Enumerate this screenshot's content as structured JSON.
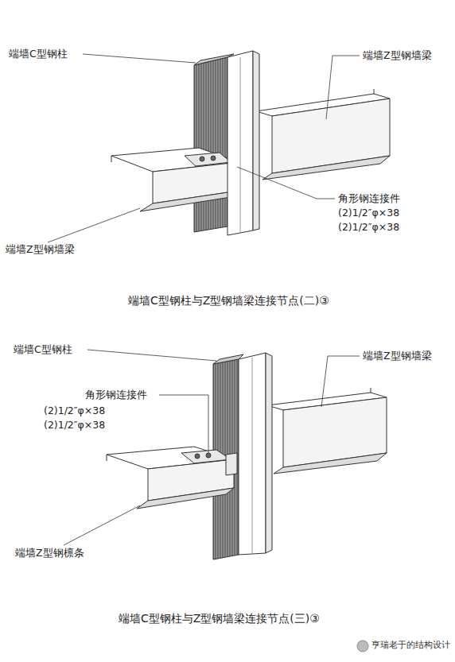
{
  "diagram": {
    "labels": [
      "端墙C型钢柱",
      "端墙Z型钢墙梁",
      "角形钢连接件",
      "(2)1/2″φ×38",
      "(2)1/2″φ×38",
      "端墙Z型钢墙梁",
      "端墙C型钢柱与Z型钢墙梁连接节点(二)③",
      "端墙C型钢柱",
      "端墙Z型钢墙梁",
      "角形钢连接件",
      "(2)1/2″φ×38",
      "(2)1/2″φ×38",
      "端墙Z型钢檩条",
      "端墙C型钢柱与Z型钢墙梁连接节点(三)③",
      "亨瑞老于的结构设计"
    ]
  }
}
